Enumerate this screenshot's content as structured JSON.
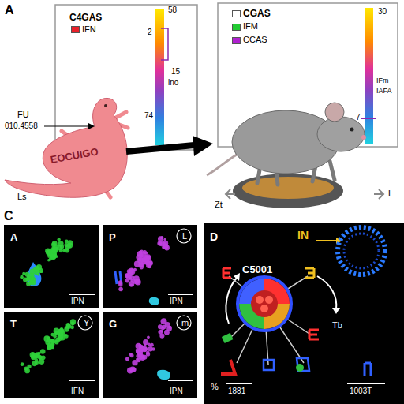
{
  "diagram": {
    "nodes": [
      {
        "text": [
          "A",
          "IPN"
        ]
      },
      {
        "text": [
          "P",
          "L",
          "IPN"
        ]
      },
      {
        "text": [
          "T",
          "Y",
          "IFN"
        ]
      },
      {
        "text": [
          "G",
          "m",
          "IPN"
        ]
      },
      {
        "text": [
          "D",
          "IN",
          "C5001",
          "Tb",
          "%",
          "1881",
          "1003T"
        ]
      }
    ],
    "labels": [
      "A",
      "FU",
      "010.4558",
      "EOCUIGO",
      "Ls",
      "58",
      "2",
      "15",
      "ino",
      "74",
      "30",
      "7",
      "IFm",
      "IAFA",
      "Zt",
      "L",
      "C"
    ],
    "legend": [
      {
        "text": "C4GAS"
      },
      {
        "text": "IFN",
        "color": "#e8212a"
      },
      {
        "text": "CGAS",
        "color": "#ffffff"
      },
      {
        "text": "IFM",
        "color": "#22cc33"
      },
      {
        "text": "CCAS",
        "color": "#b020d0"
      }
    ]
  }
}
